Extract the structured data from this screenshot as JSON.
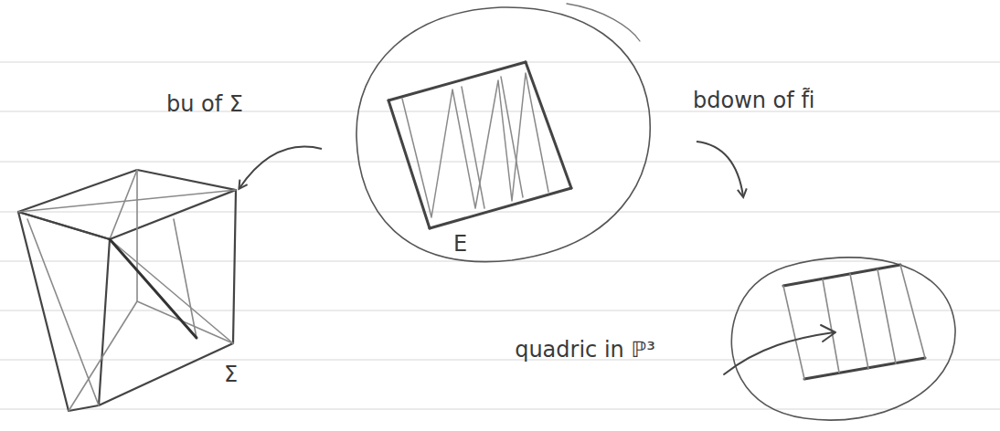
{
  "diagram": {
    "nodes": [
      {
        "text": [
          "E"
        ]
      },
      {
        "text": [
          "Σ"
        ]
      },
      {
        "text": [
          "quadric in ℙ³"
        ]
      }
    ],
    "edges": [
      {
        "from": 0,
        "to": 1,
        "arrow": "to",
        "label": "bu of Σ"
      },
      {
        "from": 0,
        "to": 2,
        "arrow": "to",
        "label": "bdown of f̃i"
      }
    ]
  }
}
